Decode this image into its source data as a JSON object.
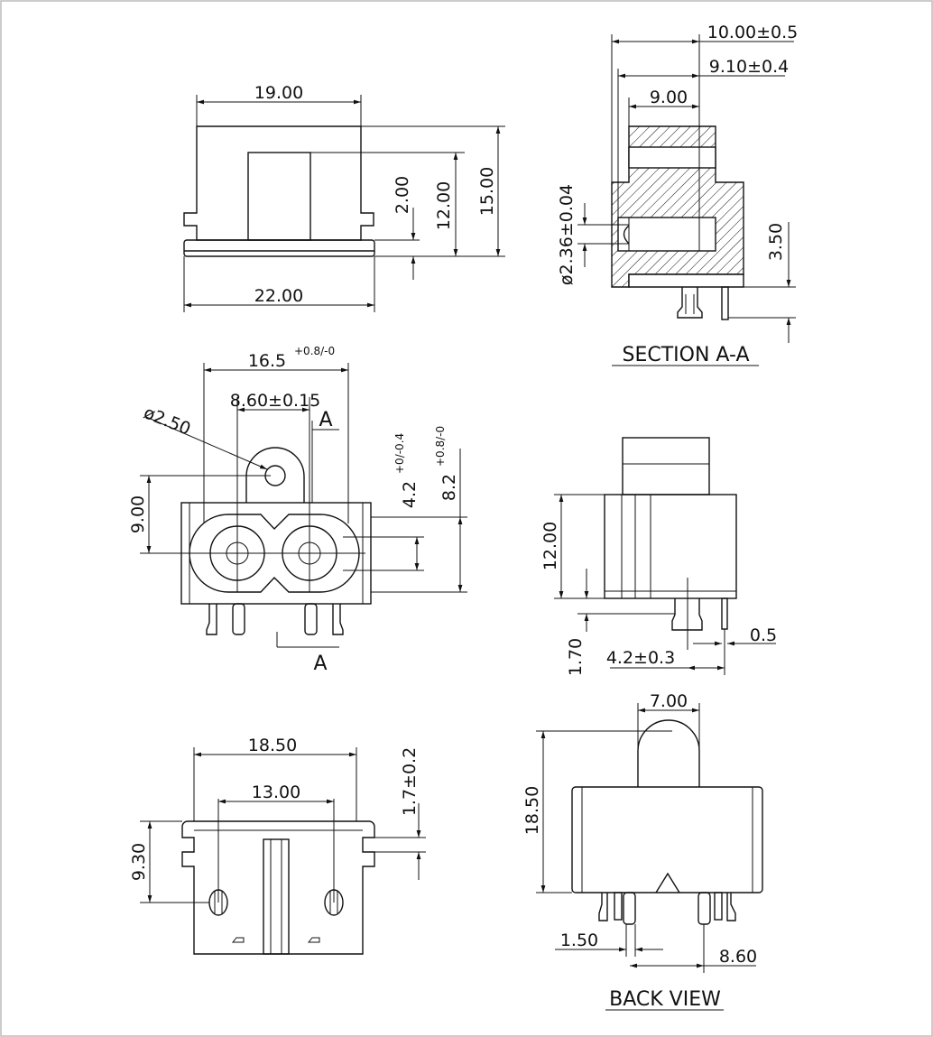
{
  "views": {
    "top": {
      "dim_width": "19.00",
      "dim_base_width": "22.00",
      "dim_inset": "2.00",
      "dim_body": "12.00",
      "dim_total": "15.00"
    },
    "section": {
      "dim_overall": "10.00±0.5",
      "dim_mid": "9.10±0.4",
      "dim_inner": "9.00",
      "dim_hole": "ø2.36±0.04",
      "dim_pin": "3.50",
      "title": "SECTION  A-A"
    },
    "front": {
      "dim_width": "16.5",
      "dim_width_tol": "+0.8/-0",
      "dim_pitch": "8.60±0.15",
      "dim_hole": "ø2.50",
      "dim_height": "9.00",
      "dim_slot": "4.2",
      "dim_slot_tol": "+0/-0.4",
      "dim_outer": "8.2",
      "dim_outer_tol": "+0.8/-0",
      "cut_label": "A"
    },
    "side": {
      "dim_height": "12.00",
      "dim_pin_len": "1.70",
      "dim_pin_offset": "4.2±0.3",
      "dim_thk": "0.5"
    },
    "bottom": {
      "dim_width": "18.50",
      "dim_pitch": "13.00",
      "dim_depth": "9.30",
      "dim_step": "1.7±0.2"
    },
    "back": {
      "dim_top": "7.00",
      "dim_height": "18.50",
      "dim_pin_w": "1.50",
      "dim_pin_pitch": "8.60",
      "title": "BACK  VIEW"
    }
  }
}
